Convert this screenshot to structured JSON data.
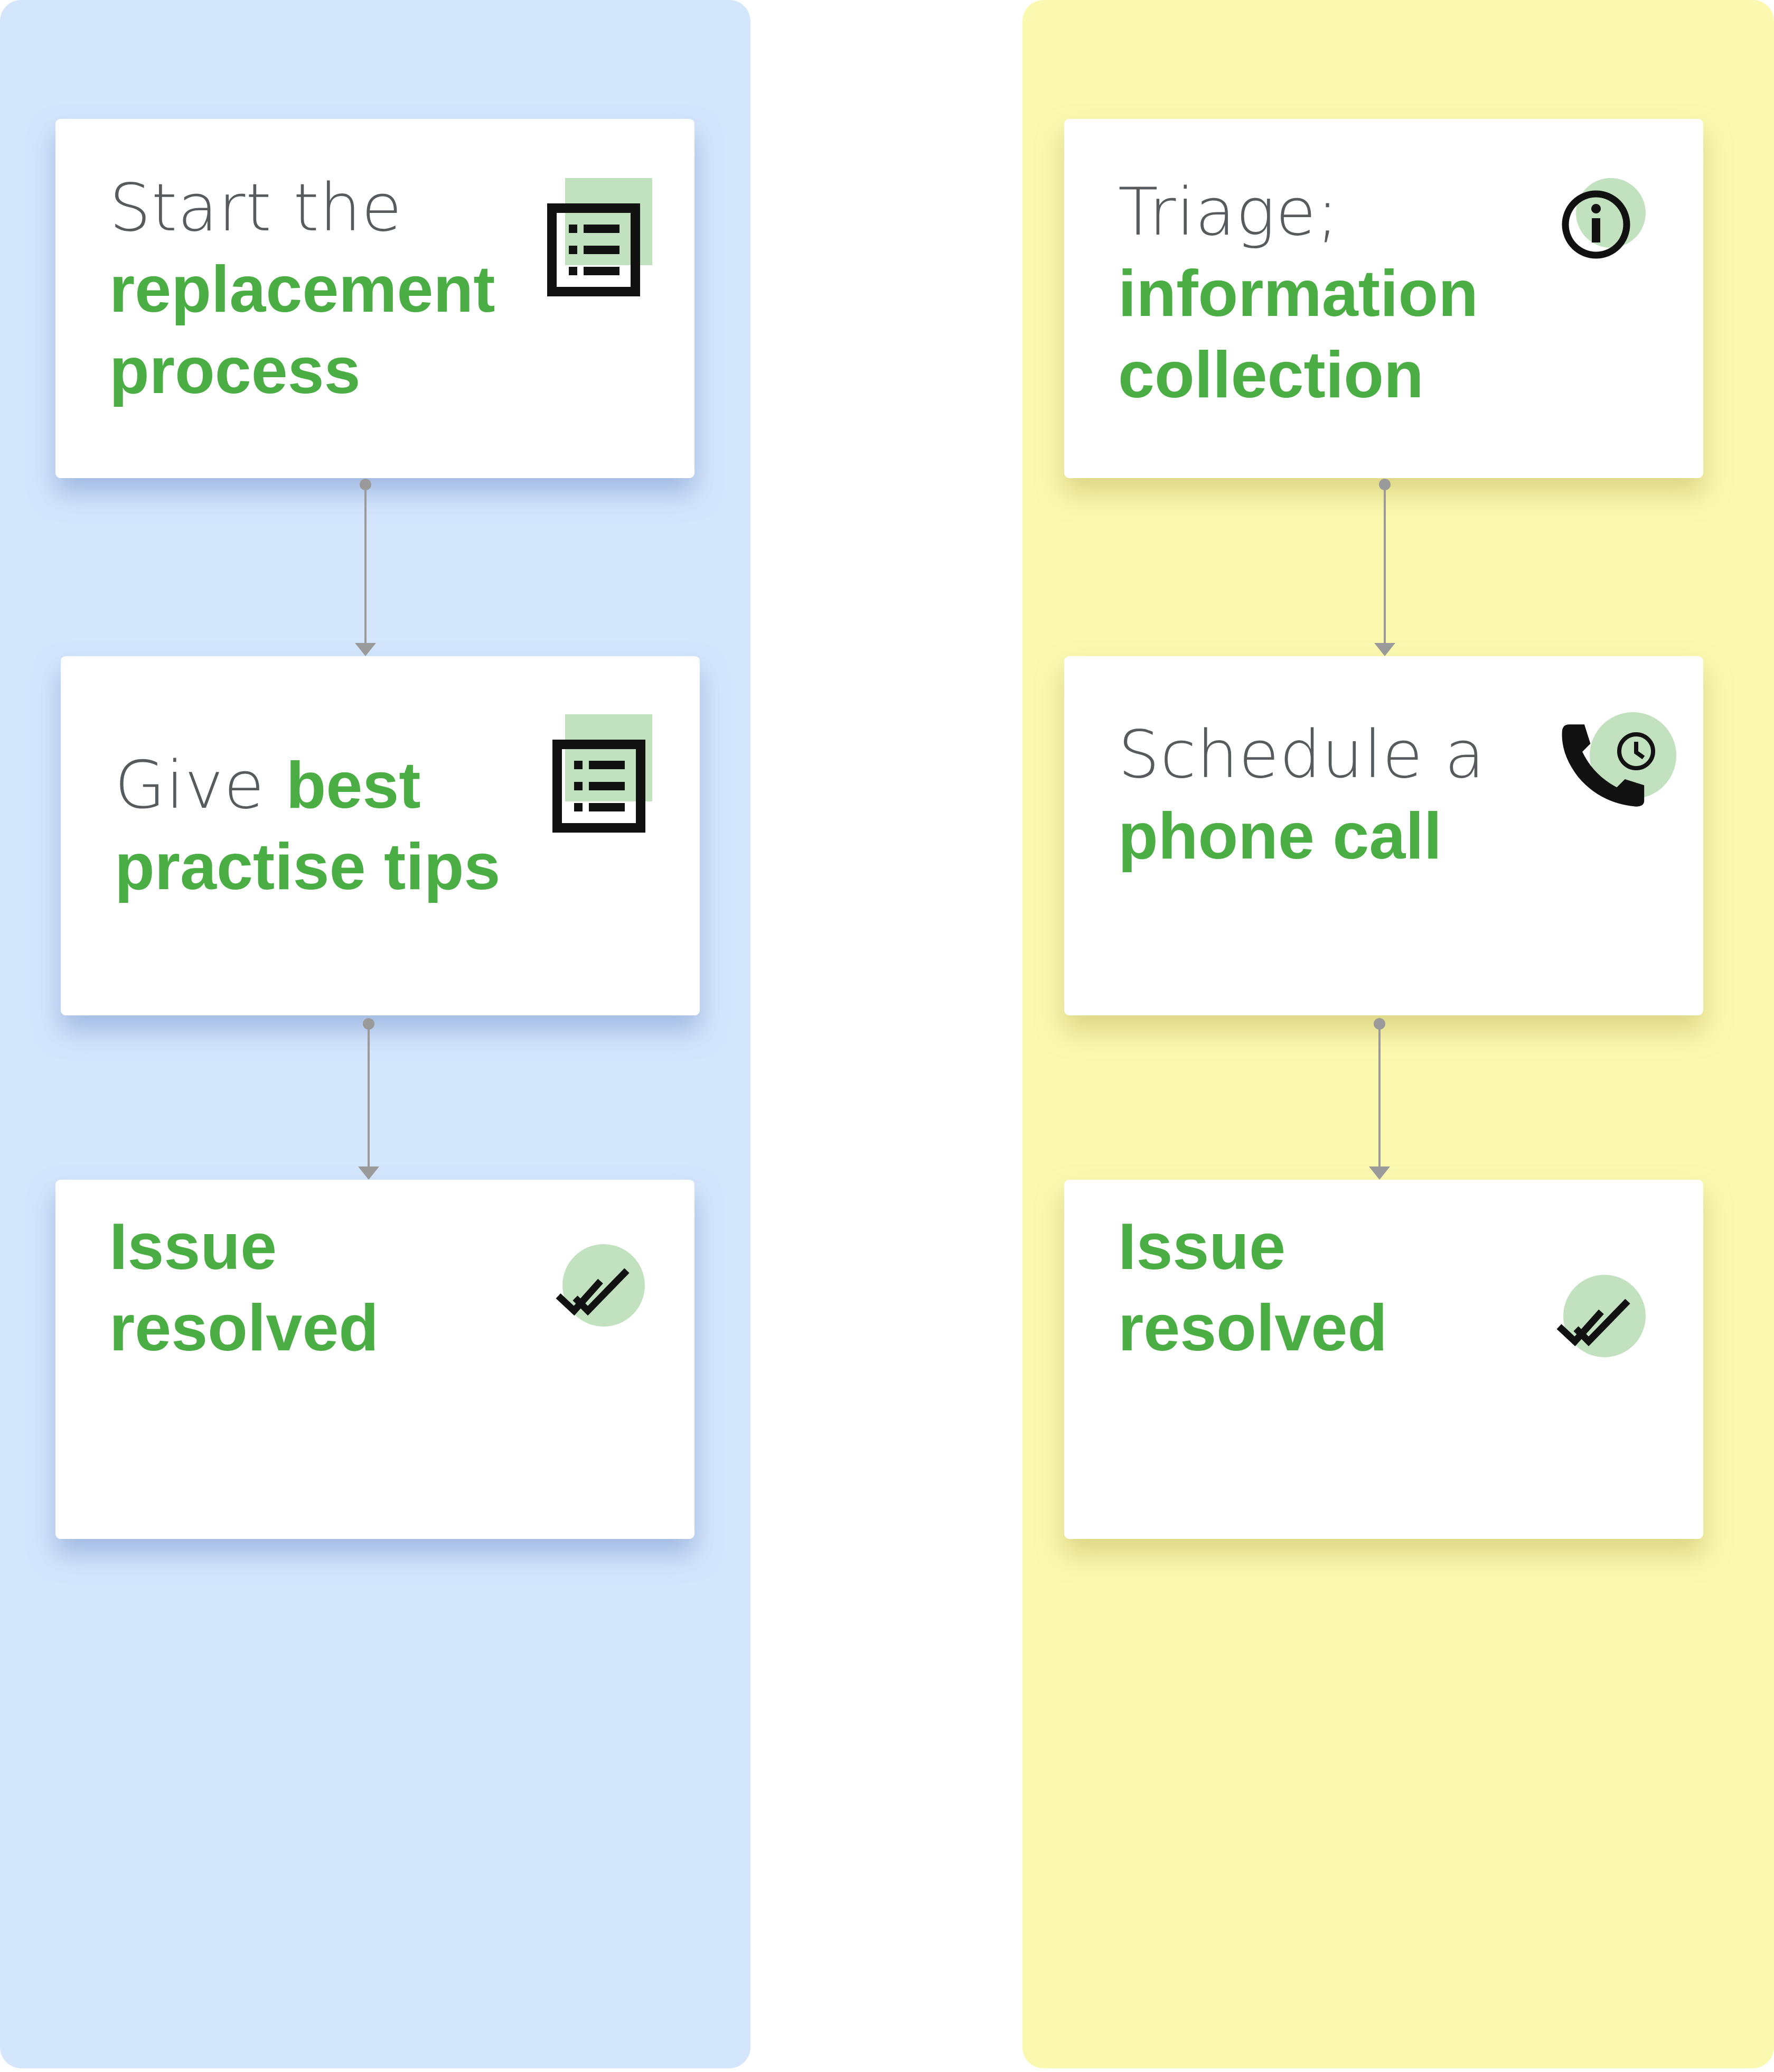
{
  "lanes": [
    {
      "cards": [
        {
          "plain": "Start the ",
          "bold": "replacement process"
        },
        {
          "plain": "Give ",
          "bold": "best practise tips"
        },
        {
          "plain": "",
          "bold": "Issue resolved"
        }
      ],
      "icons": [
        "checklist-icon",
        "checklist-icon",
        "double-check-icon"
      ]
    },
    {
      "cards": [
        {
          "plain": "Triage; ",
          "bold": "information collection"
        },
        {
          "plain": "Schedule a ",
          "bold": "phone call"
        },
        {
          "plain": "",
          "bold": "Issue resolved"
        }
      ],
      "icons": [
        "info-icon",
        "phone-clock-icon",
        "double-check-icon"
      ]
    }
  ],
  "colors": {
    "lane_left": "#d4e6fc",
    "lane_right": "#fbf8b0",
    "card": "#ffffff",
    "emphasis_text": "#4aae44",
    "plain_text": "#575b5e",
    "icon_accent": "#c2e2bf",
    "icon_stroke": "#111111",
    "connector": "#9a9a9a"
  }
}
